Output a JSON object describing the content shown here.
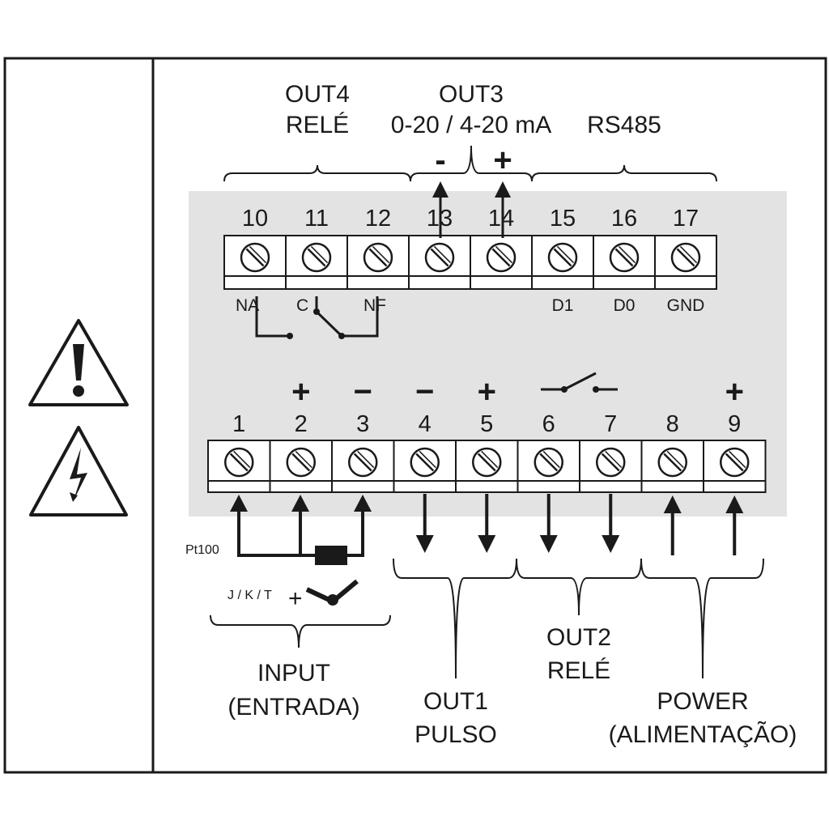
{
  "top_groups": {
    "out4": {
      "line1": "OUT4",
      "line2": "RELÉ"
    },
    "out3": {
      "line1": "OUT3",
      "line2": "0-20 / 4-20 mA",
      "minus": "-",
      "plus": "+"
    },
    "rs485": {
      "line1": "RS485"
    }
  },
  "top_terminals": {
    "numbers": [
      "10",
      "11",
      "12",
      "13",
      "14",
      "15",
      "16",
      "17"
    ],
    "labels": [
      "NA",
      "C",
      "NF",
      "",
      "",
      "D1",
      "D0",
      "GND"
    ]
  },
  "bottom_terminals": {
    "numbers": [
      "1",
      "2",
      "3",
      "4",
      "5",
      "6",
      "7",
      "8",
      "9"
    ],
    "signs": [
      "",
      "+",
      "−",
      "−",
      "+",
      "",
      "",
      "",
      "+"
    ]
  },
  "input": {
    "pt100": "Pt100",
    "tc": "J / K / T",
    "tc_plus": "+",
    "line1": "INPUT",
    "line2": "(ENTRADA)"
  },
  "out1": {
    "line1": "OUT1",
    "line2": "PULSO"
  },
  "out2": {
    "line1": "OUT2",
    "line2": "RELÉ"
  },
  "power": {
    "line1": "POWER",
    "line2": "(ALIMENTAÇÃO)"
  },
  "warnings": [
    "exclamation-warning-icon",
    "electric-shock-warning-icon"
  ],
  "colors": {
    "panel": "#e3e3e3",
    "ink": "#1a1a1a"
  }
}
